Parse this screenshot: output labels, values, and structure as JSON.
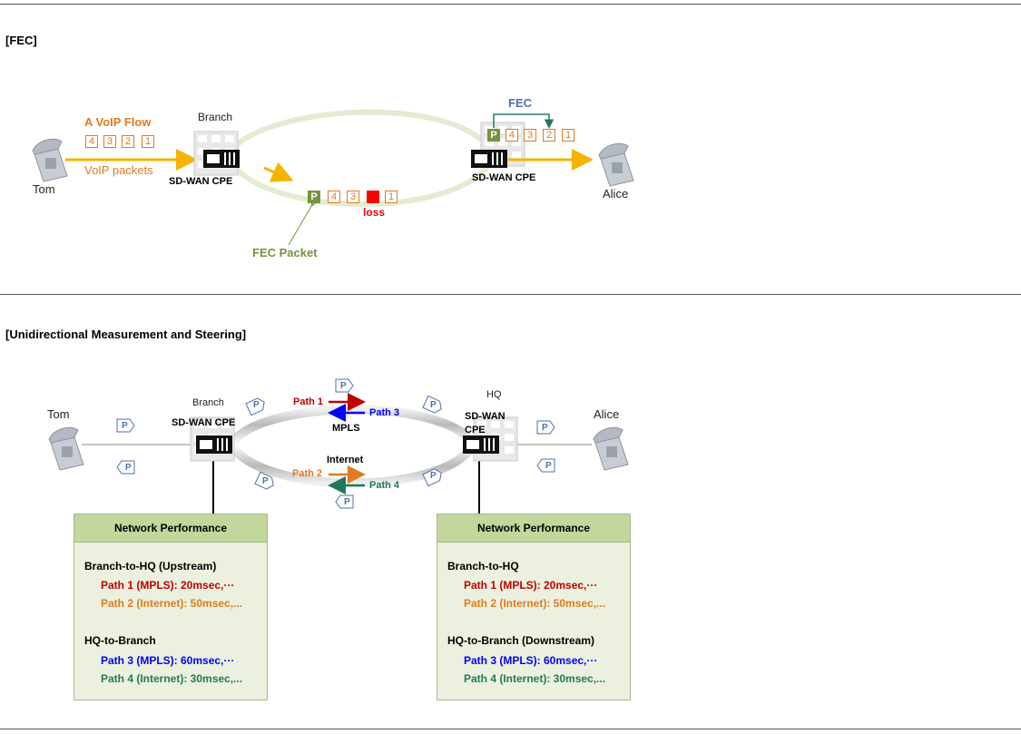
{
  "fec_section": {
    "title": "[FEC]",
    "flow_label": "A VoIP Flow",
    "flow_packets": [
      "4",
      "3",
      "2",
      "1"
    ],
    "voip_packets_label": "VoIP packets",
    "tom": "Tom",
    "branch": "Branch",
    "branch_cpe": "SD-WAN CPE",
    "hq_cpe": "SD-WAN CPE",
    "alice": "Alice",
    "fec_label": "FEC",
    "received_packets": [
      "P",
      "4",
      "3",
      "2",
      "1"
    ],
    "mid_packets": [
      "P",
      "4",
      "3",
      "",
      "1"
    ],
    "loss_label": "loss",
    "fec_packet_label": "FEC Packet"
  },
  "steer_section": {
    "title": "[Unidirectional Measurement and Steering]",
    "tom": "Tom",
    "alice": "Alice",
    "branch": "Branch",
    "branch_cpe": "SD-WAN CPE",
    "hq": "HQ",
    "hq_cpe_line1": "SD-WAN",
    "hq_cpe_line2": "CPE",
    "mpls": "MPLS",
    "internet": "Internet",
    "path1": "Path 1",
    "path2": "Path 2",
    "path3": "Path 3",
    "path4": "Path 4",
    "probe": "P",
    "left_box": {
      "header": "Network Performance",
      "up_title": "Branch-to-HQ (Upstream)",
      "up_p1": "Path 1 (MPLS): 20msec,···",
      "up_p2": "Path 2 (Internet): 50msec,...",
      "down_title": "HQ-to-Branch",
      "down_p3": "Path 3 (MPLS): 60msec,···",
      "down_p4": "Path 4 (Internet): 30msec,..."
    },
    "right_box": {
      "header": "Network Performance",
      "up_title": "Branch-to-HQ",
      "up_p1": "Path 1 (MPLS): 20msec,···",
      "up_p2": "Path 2 (Internet): 50msec,...",
      "down_title": "HQ-to-Branch (Downstream)",
      "down_p3": "Path 3 (MPLS): 60msec,···",
      "down_p4": "Path 4 (Internet): 30msec,..."
    }
  },
  "colors": {
    "voip_orange": "#e07b20",
    "fec_green": "#77933c",
    "fec_blue": "#4f6fb0",
    "loss_red": "#ff0000",
    "arrow_yellow": "#f5b400",
    "path1_red": "#c00000",
    "path2_orange": "#e07b20",
    "path3_blue": "#0000ff",
    "path4_green": "#217a5a"
  },
  "icons": [
    "phone-icon",
    "building-icon",
    "cpe-router-icon",
    "probe-packet-icon"
  ]
}
